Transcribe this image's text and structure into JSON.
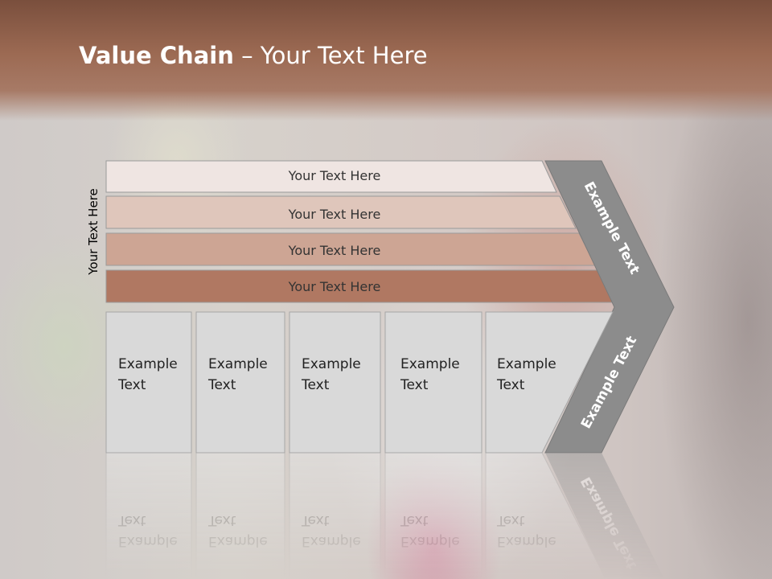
{
  "title": {
    "bold": "Value Chain",
    "rest": " – Your Text Here"
  },
  "side_label": "Your Text Here",
  "bars": [
    {
      "label": "Your Text Here",
      "color": "#efe5e2"
    },
    {
      "label": "Your Text Here",
      "color": "#dfc6bb"
    },
    {
      "label": "Your Text Here",
      "color": "#cda594"
    },
    {
      "label": "Your Text Here",
      "color": "#b07862"
    }
  ],
  "cells": [
    {
      "line1": "Example",
      "line2": "Text"
    },
    {
      "line1": "Example",
      "line2": "Text"
    },
    {
      "line1": "Example",
      "line2": "Text"
    },
    {
      "line1": "Example",
      "line2": "Text"
    },
    {
      "line1": "Example",
      "line2": "Text"
    }
  ],
  "chevron": {
    "upper_label": "Example Text",
    "lower_label": "Example Text",
    "color": "#8c8c8c"
  },
  "colors": {
    "header": "#9c6a53",
    "cell": "#d9d9d9",
    "cell_border": "#a6a6a6"
  }
}
